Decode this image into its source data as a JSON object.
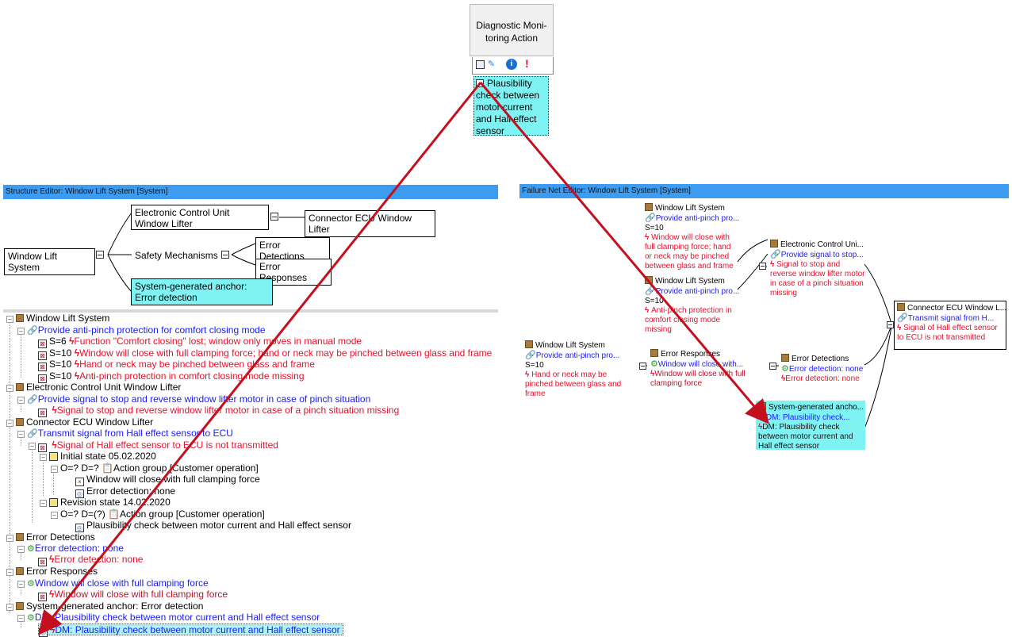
{
  "diagnostic": {
    "header": "Diagnostic Moni- toring Action",
    "cell_text": "Plausibility check between motor current and Hall effect sensor"
  },
  "structure_editor": {
    "title": "Structure Editor: Window Lift System [System]",
    "nodes": {
      "root": "Window Lift System",
      "ecu": "Electronic Control Unit Window Lifter",
      "connector": "Connector ECU Window Lifter",
      "safety": "Safety Mechanisms",
      "err_det": "Error Detections",
      "err_resp": "Error Responses",
      "anchor": "System-generated anchor: Error detection"
    }
  },
  "tree": {
    "r0": "Window Lift System",
    "r1": "Provide anti-pinch protection for comfort closing mode",
    "r2s": "S=6",
    "r2": "Function \"Comfort closing\" lost; window only moves in manual mode",
    "r3s": "S=10",
    "r3": "Window will close with full clamping force; hand or neck may be pinched between glass and frame",
    "r4s": "S=10",
    "r4": "Hand or neck may be pinched between glass and frame",
    "r5s": "S=10",
    "r5": "Anti-pinch protection in comfort closing mode missing",
    "r6": "Electronic Control Unit Window Lifter",
    "r7": "Provide signal to stop and reverse window lifter motor in case of pinch situation",
    "r8": "Signal to stop and reverse window lifter motor in case of a pinch situation missing",
    "r9": "Connector ECU Window Lifter",
    "r10": "Transmit signal from Hall effect sensor to ECU",
    "r11": "Signal of Hall effect sensor to ECU is not transmitted",
    "r12": "Initial state 05.02.2020",
    "r13": "O=? D=?",
    "r13b": "Action group [Customer operation]",
    "r14": "Window will close with full clamping force",
    "r15": "Error detection: none",
    "r16": "Revision state 14.02.2020",
    "r17": "O=? D=(?)",
    "r17b": "Action group [Customer operation]",
    "r18": "Plausibility check between motor current and Hall effect sensor",
    "r19": "Error Detections",
    "r20": "Error detection: none",
    "r21": "Error detection: none",
    "r22": "Error Responses",
    "r23": "Window will close with full clamping force",
    "r24": "Window will close with full clamping force",
    "r25": "System-generated anchor: Error detection",
    "r26": "DM: Plausibility check between motor current and Hall effect sensor",
    "r27": "DM: Plausibility check between motor current and Hall effect sensor"
  },
  "failure_net": {
    "title": "Failure Net Editor: Window Lift System [System]",
    "n1": {
      "name": "Window Lift System",
      "func": "Provide anti-pinch pro...",
      "sev": "S=10",
      "fail": "Window will close with full clamping force; hand or neck may be pinched between glass and frame"
    },
    "n2": {
      "name": "Window Lift System",
      "func": "Provide anti-pinch pro...",
      "sev": "S=10",
      "fail": "Anti-pinch protection in comfort closing mode missing"
    },
    "n3": {
      "name": "Electronic Control Uni...",
      "func": "Provide signal to stop...",
      "fail": "Signal to stop and reverse window lifter motor in case of a pinch situation missing"
    },
    "n4": {
      "name": "Window Lift System",
      "func": "Provide anti-pinch pro...",
      "sev": "S=10",
      "fail": "Hand or neck may be pinched between glass and frame"
    },
    "n5": {
      "name": "Error Responses",
      "func": "Window will close with...",
      "fail": "Window will close with full clamping force"
    },
    "n6": {
      "name": "Error Detections",
      "func": "Error detection: none",
      "fail": "Error detection: none"
    },
    "n7": {
      "name": "Connector ECU Window L...",
      "func": "Transmit signal from H...",
      "fail": "Signal of Hall effect sensor to ECU is not transmitted"
    },
    "n8": {
      "name": "System-generated ancho...",
      "func": "DM: Plausibility check...",
      "fail": "DM: Plausibility check between motor current and Hall effect sensor"
    }
  }
}
